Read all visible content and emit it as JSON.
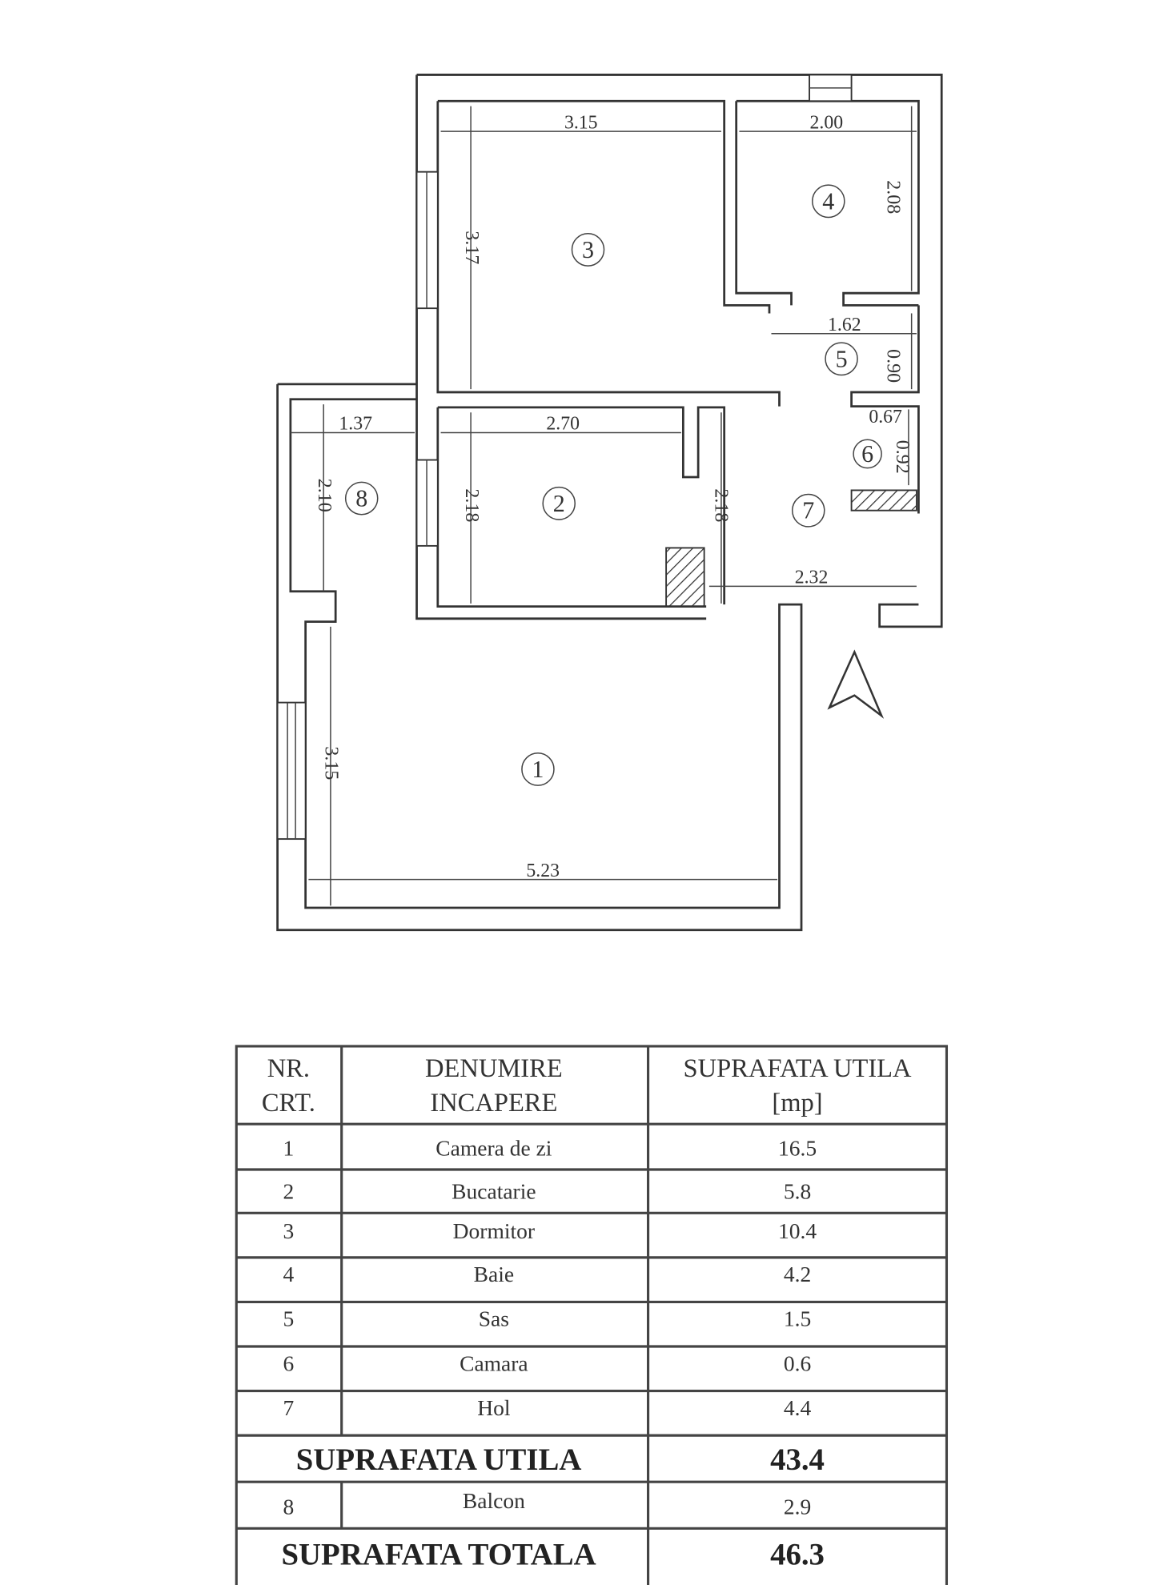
{
  "plan": {
    "dimensions": {
      "room3_width": "3.15",
      "room3_height": "3.17",
      "room4_width": "2.00",
      "room4_height": "2.08",
      "room5_width": "1.62",
      "room5_height": "0.90",
      "room6_width": "0.67",
      "room6_height": "0.92",
      "room2_width": "2.70",
      "room2_height": "2.18",
      "room7_height": "2.18",
      "room7_width": "2.32",
      "room8_width": "1.37",
      "room8_height": "2.10",
      "room1_height": "3.15",
      "room1_width": "5.23"
    },
    "room_labels": [
      "1",
      "2",
      "3",
      "4",
      "5",
      "6",
      "7",
      "8"
    ]
  },
  "table": {
    "headers": [
      [
        "NR.",
        "CRT."
      ],
      [
        "DENUMIRE",
        "INCAPERE"
      ],
      [
        "SUPRAFATA UTILA",
        "[mp]"
      ]
    ],
    "rows": [
      {
        "nr": "1",
        "name": "Camera de zi",
        "area": "16.5"
      },
      {
        "nr": "2",
        "name": "Bucatarie",
        "area": "5.8"
      },
      {
        "nr": "3",
        "name": "Dormitor",
        "area": "10.4"
      },
      {
        "nr": "4",
        "name": "Baie",
        "area": "4.2"
      },
      {
        "nr": "5",
        "name": "Sas",
        "area": "1.5"
      },
      {
        "nr": "6",
        "name": "Camara",
        "area": "0.6"
      },
      {
        "nr": "7",
        "name": "Hol",
        "area": "4.4"
      }
    ],
    "subtotal": {
      "label": "SUPRAFATA UTILA",
      "area": "43.4"
    },
    "balcony": {
      "nr": "8",
      "name": "Balcon",
      "area": "2.9"
    },
    "total": {
      "label": "SUPRAFATA TOTALA",
      "area": "46.3"
    }
  }
}
